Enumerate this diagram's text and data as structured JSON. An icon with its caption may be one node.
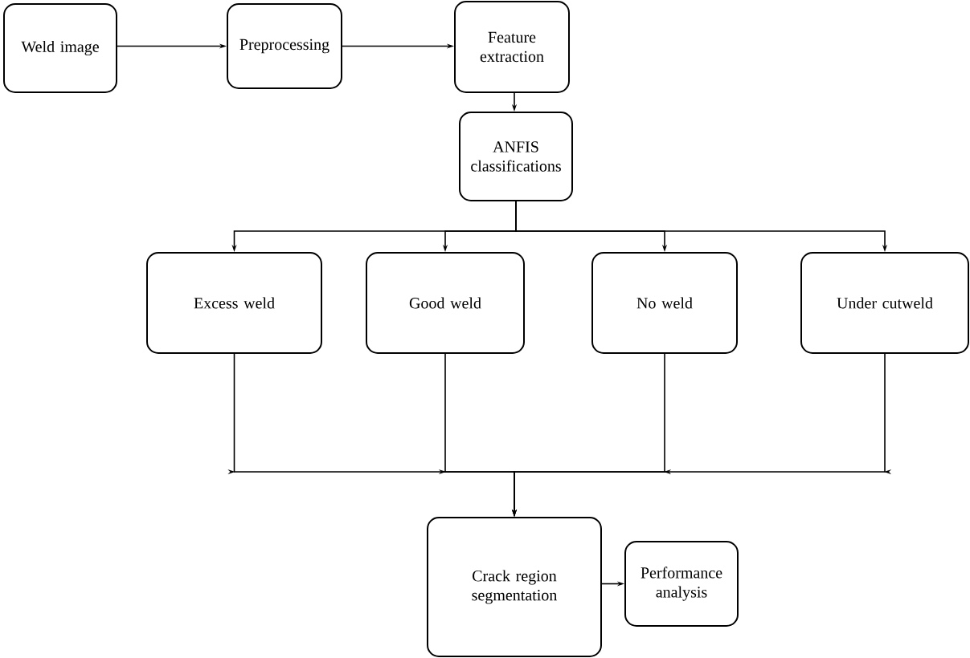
{
  "diagram": {
    "nodes": [
      {
        "text": [
          "Weld image"
        ]
      },
      {
        "text": [
          "Preprocessing"
        ]
      },
      {
        "text": [
          "Feature extraction"
        ]
      },
      {
        "text": [
          "ANFIS classifications"
        ]
      },
      {
        "text": [
          "Excess weld"
        ]
      },
      {
        "text": [
          "Good weld"
        ]
      },
      {
        "text": [
          "No weld"
        ]
      },
      {
        "text": [
          "Under cutweld"
        ]
      },
      {
        "text": [
          "Crack region segmentation"
        ]
      },
      {
        "text": [
          "Performance analysis"
        ]
      }
    ],
    "edges": [
      {
        "from": 0,
        "to": 1,
        "arrow": "to"
      },
      {
        "from": 1,
        "to": 2,
        "arrow": "to"
      },
      {
        "from": 2,
        "to": 3,
        "arrow": "to"
      },
      {
        "from": 3,
        "to": 4,
        "arrow": "to"
      },
      {
        "from": 3,
        "to": 5,
        "arrow": "to"
      },
      {
        "from": 3,
        "to": 6,
        "arrow": "to"
      },
      {
        "from": 3,
        "to": 7,
        "arrow": "to"
      },
      {
        "from": 4,
        "to": 8,
        "arrow": "to"
      },
      {
        "from": 5,
        "to": 8,
        "arrow": "to"
      },
      {
        "from": 6,
        "to": 8,
        "arrow": "to"
      },
      {
        "from": 7,
        "to": 8,
        "arrow": "to"
      },
      {
        "from": 8,
        "to": 9,
        "arrow": "to"
      }
    ]
  }
}
